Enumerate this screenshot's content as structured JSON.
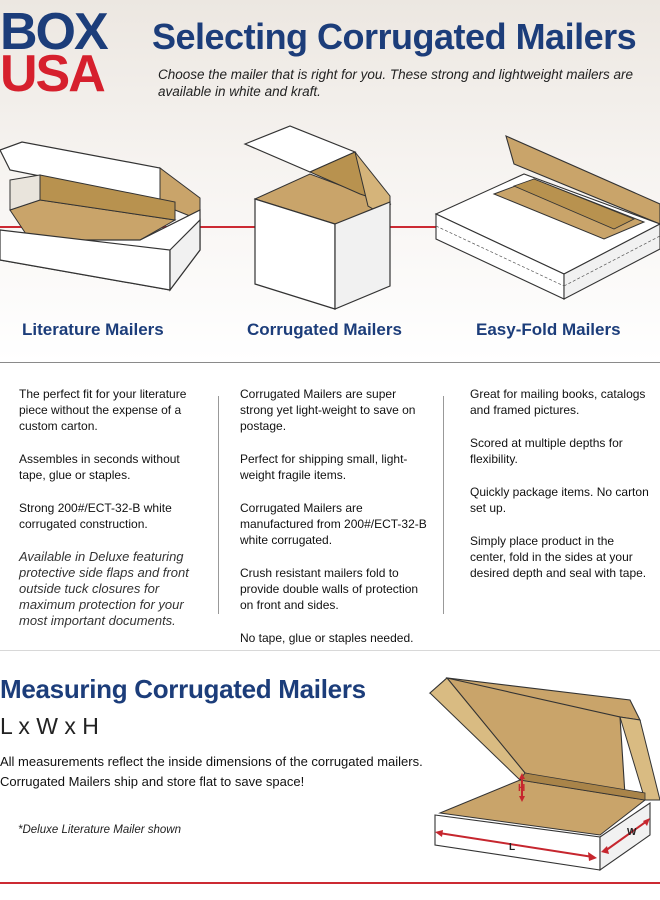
{
  "logo": {
    "line1": "BOX",
    "line2": "USA"
  },
  "header": {
    "title": "Selecting Corrugated Mailers",
    "subtitle": "Choose the mailer that is right for you. These strong and lightweight mailers are available in white and kraft."
  },
  "columns": [
    {
      "title": "Literature Mailers",
      "paragraphs": [
        "The perfect fit for your literature piece without the expense of a custom carton.",
        "Assembles in seconds without tape, glue or staples.",
        "Strong 200#/ECT-32-B white corrugated construction."
      ],
      "italic_note": "Available in Deluxe featuring protective side flaps and front outside tuck closures for maximum protection for your most important documents."
    },
    {
      "title": "Corrugated Mailers",
      "paragraphs": [
        "Corrugated Mailers are super strong yet light-weight to save on postage.",
        "Perfect for shipping small, light-weight fragile items.",
        "Corrugated Mailers are manufactured from 200#/ECT-32-B white corrugated.",
        "Crush resistant mailers fold to provide double walls of protection on front and sides.",
        "No tape, glue or staples needed."
      ]
    },
    {
      "title": "Easy-Fold Mailers",
      "paragraphs": [
        "Great for mailing books, catalogs and framed pictures.",
        "Scored at multiple depths for flexibility.",
        "Quickly package items. No carton set up.",
        "Simply place product in the center, fold in the sides at your desired depth and seal with tape."
      ]
    }
  ],
  "measuring": {
    "title": "Measuring Corrugated Mailers",
    "formula": "L x W x H",
    "lines": [
      "All measurements reflect the inside dimensions of the corrugated mailers.",
      "Corrugated Mailers ship and store flat to save space!"
    ],
    "note": "*Deluxe Literature Mailer shown",
    "dimension_labels": {
      "length": "L",
      "width": "W",
      "height": "H"
    }
  },
  "colors": {
    "navy": "#1c3d7a",
    "red": "#d6202d",
    "kraft": "#c9a46a",
    "kraft_dark": "#a98449"
  }
}
